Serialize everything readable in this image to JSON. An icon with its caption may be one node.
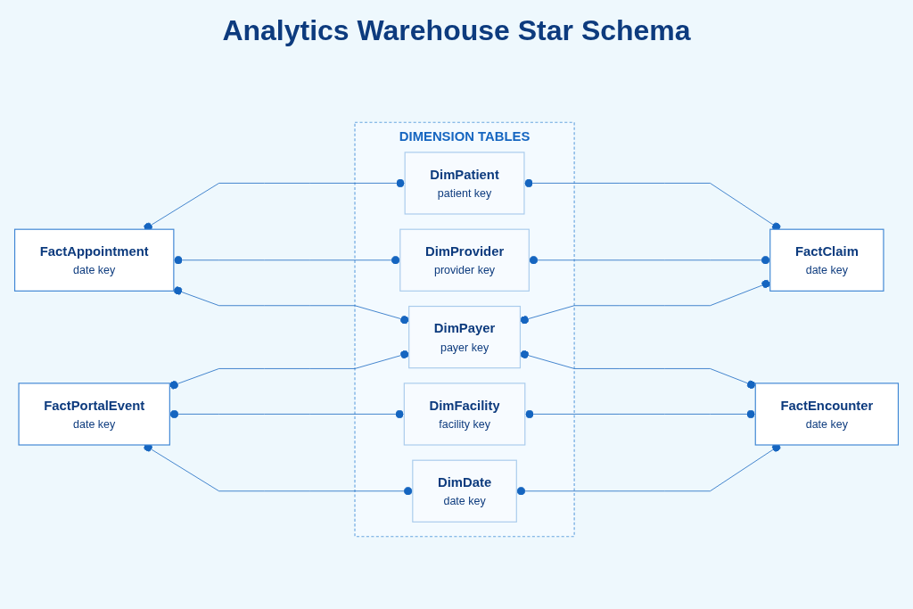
{
  "diagram": {
    "title": "Analytics Warehouse Star Schema",
    "nodes": [
      {
        "text": [
          "FactAppointment",
          "date key"
        ]
      },
      {
        "text": [
          "DIMENSION TABLES"
        ]
      },
      {
        "text": [
          "DimPatient",
          "patient key"
        ],
        "in": 1
      },
      {
        "text": [
          "DimProvider",
          "provider key"
        ],
        "in": 1
      },
      {
        "text": [
          "DimPayer",
          "payer key"
        ],
        "in": 1
      },
      {
        "text": [
          "DimFacility",
          "facility key"
        ],
        "in": 1
      },
      {
        "text": [
          "DimDate",
          "date key"
        ],
        "in": 1
      },
      {
        "text": [
          "FactClaim",
          "date key"
        ]
      },
      {
        "text": [
          "FactPortalEvent",
          "date key"
        ]
      },
      {
        "text": [
          "FactEncounter",
          "date key"
        ]
      }
    ],
    "edges": [
      {
        "from": 0,
        "to": 2,
        "arrow": "other"
      },
      {
        "from": 0,
        "to": 3,
        "arrow": "other"
      },
      {
        "from": 0,
        "to": 4,
        "arrow": "other"
      },
      {
        "from": 2,
        "to": 7,
        "arrow": "other"
      },
      {
        "from": 3,
        "to": 7,
        "arrow": "other"
      },
      {
        "from": 4,
        "to": 7,
        "arrow": "other"
      },
      {
        "from": 8,
        "to": 4,
        "arrow": "other"
      },
      {
        "from": 8,
        "to": 5,
        "arrow": "other"
      },
      {
        "from": 8,
        "to": 6,
        "arrow": "other"
      },
      {
        "from": 4,
        "to": 9,
        "arrow": "other"
      },
      {
        "from": 5,
        "to": 9,
        "arrow": "other"
      },
      {
        "from": 6,
        "to": 9,
        "arrow": "other"
      }
    ]
  }
}
